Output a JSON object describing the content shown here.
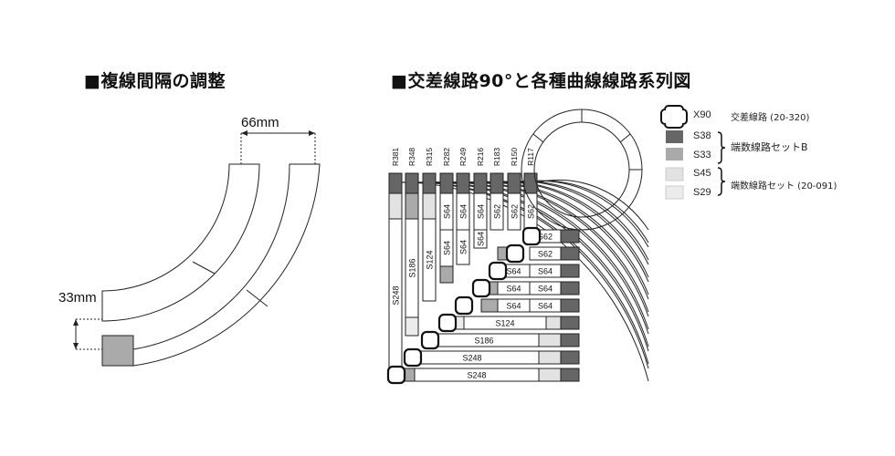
{
  "titles": {
    "left": "■複線間隔の調整",
    "right": "■交差線路90°と各種曲線線路系列図"
  },
  "dimensions": {
    "spacing": "66mm",
    "offset": "33mm"
  },
  "radius_labels": [
    "R381",
    "R348",
    "R315",
    "R282",
    "R249",
    "R216",
    "R183",
    "R150",
    "R117"
  ],
  "vertical_track_labels": {
    "s64": "S64",
    "s62": "S62",
    "s124": "S124",
    "s186": "S186",
    "s248": "S248"
  },
  "horizontal_track_labels": {
    "r1": "S62",
    "r2": "S62",
    "r3a": "S64",
    "r3b": "S64",
    "r4a": "S64",
    "r4b": "S64",
    "r5a": "S64",
    "r5b": "S64",
    "r6": "S124",
    "r7": "S186",
    "r8": "S248",
    "r9": "S248"
  },
  "legend": {
    "x90_code": "X90",
    "x90_desc": "交差線路 (20-320)",
    "s38": "S38",
    "s33": "S33",
    "set_b": "端数線路セットB",
    "s45": "S45",
    "s29": "S29",
    "set_091": "端数線路セット (20-091)"
  },
  "colors": {
    "dark": "#666666",
    "mid": "#aaaaaa",
    "light": "#e2e2e2",
    "lighter": "#ececec"
  }
}
